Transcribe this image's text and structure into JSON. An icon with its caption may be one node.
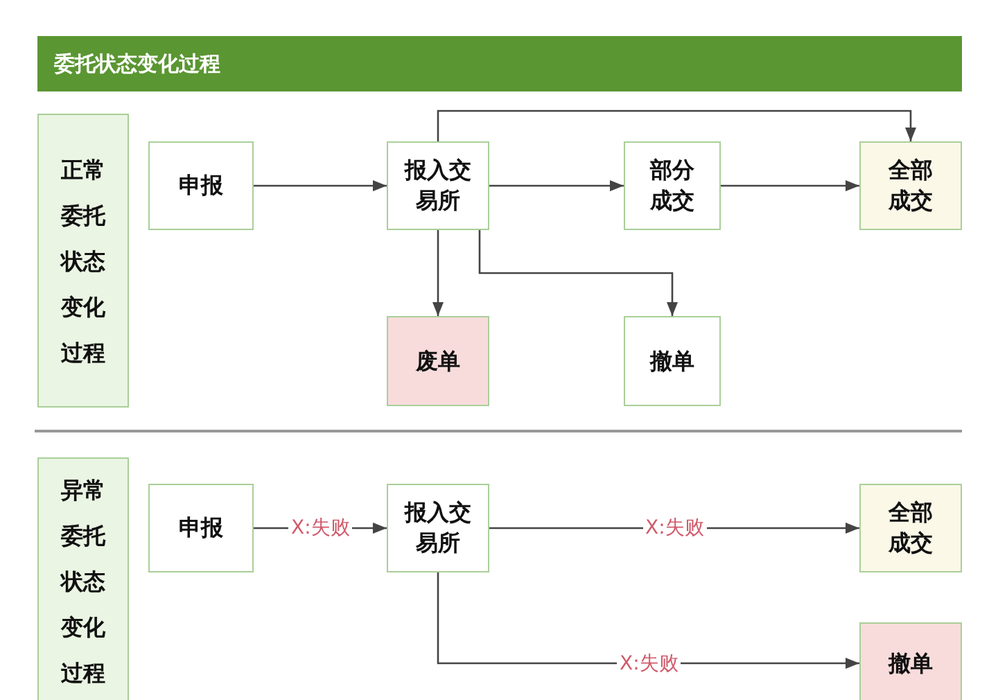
{
  "diagram": {
    "title": "委托状态变化过程",
    "nodes": [
      {
        "text": [
          "正常委托状态变化过程"
        ]
      },
      {
        "text": [
          "申报"
        ]
      },
      {
        "text": [
          "报入交易所"
        ]
      },
      {
        "text": [
          "部分成交"
        ]
      },
      {
        "text": [
          "全部成交"
        ]
      },
      {
        "text": [
          "废单"
        ]
      },
      {
        "text": [
          "撤单"
        ]
      },
      {
        "text": [
          "异常委托状态变化过程"
        ]
      },
      {
        "text": [
          "申报"
        ]
      },
      {
        "text": [
          "报入交易所"
        ]
      },
      {
        "text": [
          "全部成交"
        ]
      },
      {
        "text": [
          "撤单"
        ]
      }
    ],
    "edges": [
      {
        "from": 1,
        "to": 2,
        "arrow": "to"
      },
      {
        "from": 2,
        "to": 3,
        "arrow": "to"
      },
      {
        "from": 3,
        "to": 4,
        "arrow": "to"
      },
      {
        "from": 2,
        "to": 4,
        "arrow": "to"
      },
      {
        "from": 2,
        "to": 5,
        "arrow": "to"
      },
      {
        "from": 2,
        "to": 6,
        "arrow": "to"
      },
      {
        "from": 8,
        "to": 9,
        "arrow": "to",
        "label": "X:失败"
      },
      {
        "from": 9,
        "to": 10,
        "arrow": "to",
        "label": "X:失败"
      },
      {
        "from": 9,
        "to": 11,
        "arrow": "to",
        "label": "X:失败"
      }
    ]
  }
}
